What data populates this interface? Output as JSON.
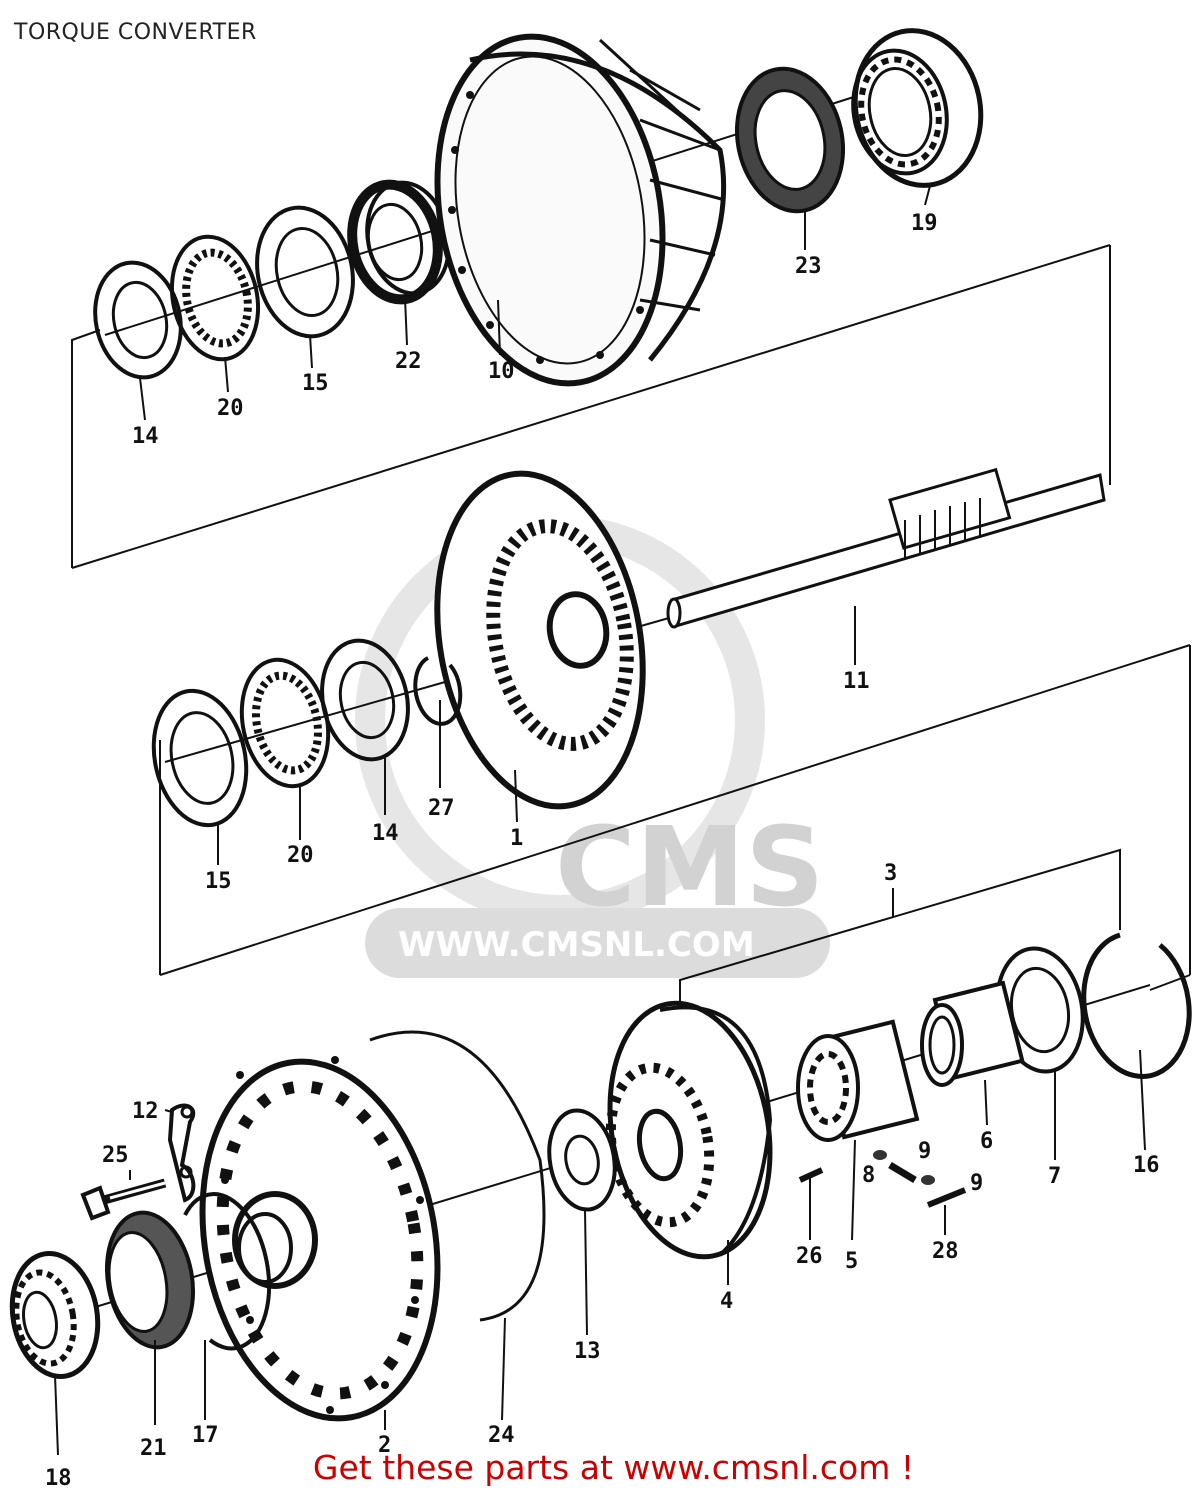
{
  "page": {
    "title": "TORQUE CONVERTER",
    "footer": "Get these parts at www.cmsnl.com !"
  },
  "watermark": {
    "logo": "CMS",
    "url": "WWW.CMSNL.COM"
  },
  "colors": {
    "ink": "#111111",
    "footer": "#cc0000",
    "watermark": "#d2d2d2"
  },
  "parts": {
    "p1": "1",
    "p2": "2",
    "p3": "3",
    "p4": "4",
    "p5": "5",
    "p6": "6",
    "p7": "7",
    "p8": "8",
    "p9a": "9",
    "p9b": "9",
    "p10": "10",
    "p11": "11",
    "p12": "12",
    "p13": "13",
    "p14a": "14",
    "p14b": "14",
    "p15a": "15",
    "p15b": "15",
    "p16": "16",
    "p17": "17",
    "p18": "18",
    "p19": "19",
    "p20a": "20",
    "p20b": "20",
    "p21": "21",
    "p22": "22",
    "p23": "23",
    "p24": "24",
    "p25": "25",
    "p26": "26",
    "p27": "27",
    "p28": "28"
  }
}
